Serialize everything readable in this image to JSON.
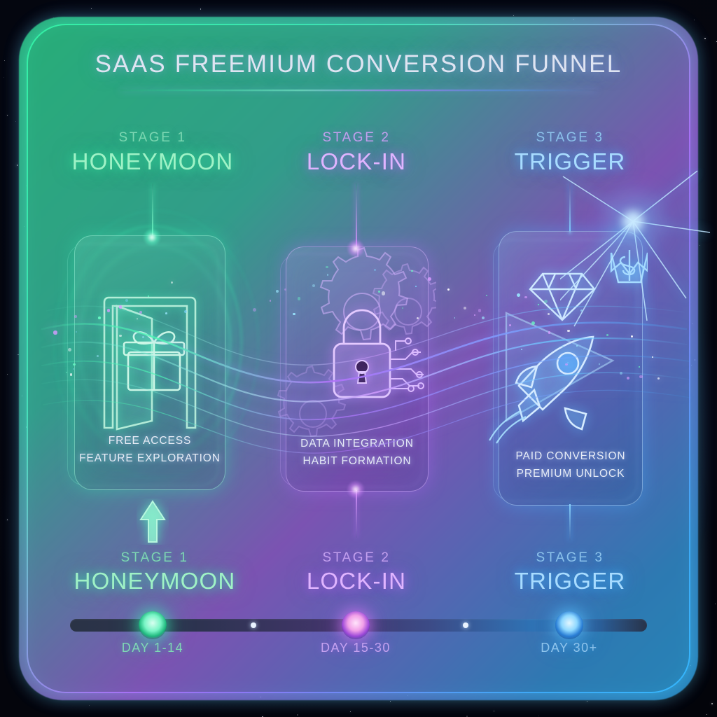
{
  "header": {
    "title": "SAAS FREEMIUM CONVERSION FUNNEL"
  },
  "colors": {
    "stage1": "#9ff2c6",
    "stage2": "#e0b4ff",
    "stage3": "#a8dcff",
    "background": "#04060f",
    "frame_start": "#2ef0a0",
    "frame_mid": "#a66ef5",
    "frame_end": "#36b8ff"
  },
  "stages": [
    {
      "number": "STAGE 1",
      "name": "HONEYMOON",
      "icon": "open-door-gift-icon",
      "caption_line1": "FREE ACCESS",
      "caption_line2": "FEATURE EXPLORATION",
      "timeline_label": "DAY 1-14",
      "accent": "#9ff2c6"
    },
    {
      "number": "STAGE 2",
      "name": "LOCK-IN",
      "icon": "padlock-gears-circuit-icon",
      "caption_line1": "DATA INTEGRATION",
      "caption_line2": "HABIT FORMATION",
      "timeline_label": "DAY 15-30",
      "accent": "#e0b4ff"
    },
    {
      "number": "STAGE 3",
      "name": "TRIGGER",
      "icon": "rocket-diamond-icon",
      "caption_line1": "PAID CONVERSION",
      "caption_line2": "PREMIUM UNLOCK",
      "timeline_label": "DAY 30+",
      "accent": "#a8dcff"
    }
  ],
  "decorations": {
    "money_crown_icon": "dollar-crown-icon",
    "diamond_icon": "diamond-icon",
    "rocket_icon": "rocket-icon",
    "gift_icon": "gift-icon",
    "door_icon": "door-icon",
    "lock_icon": "lock-icon",
    "gear_icon": "gear-icon",
    "up_arrow_icon": "up-arrow-icon"
  }
}
